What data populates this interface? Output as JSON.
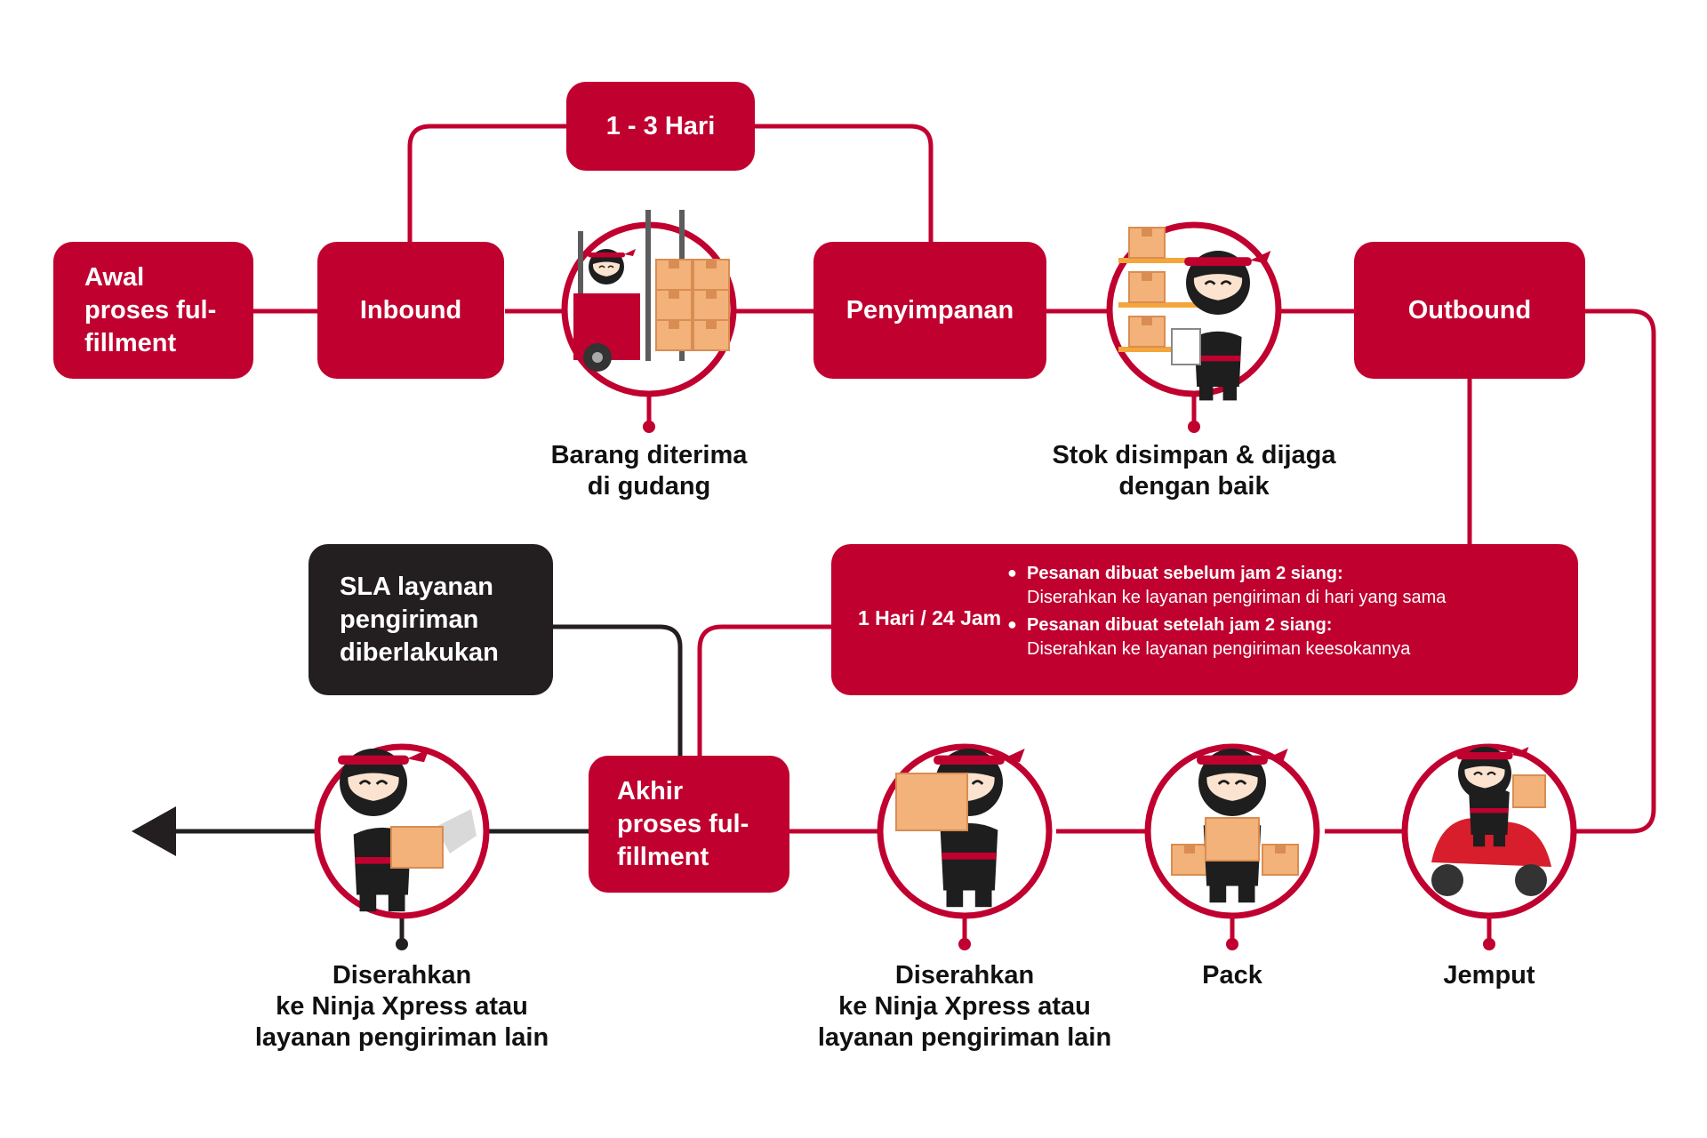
{
  "colors": {
    "accent": "#c0002f",
    "dark": "#231f20",
    "line_dark": "#231f20"
  },
  "boxes": {
    "awal": [
      "Awal",
      "proses ful-",
      "fillment"
    ],
    "inbound": "Inbound",
    "hari": "1 - 3 Hari",
    "penyimpanan": "Penyimpanan",
    "outbound": "Outbound",
    "sla": [
      "SLA layanan",
      "pengiriman",
      "diberlakukan"
    ],
    "akhir": [
      "Akhir",
      "proses ful-",
      "fillment"
    ]
  },
  "note": {
    "duration": "1 Hari / 24 Jam",
    "items": [
      {
        "heading": "Pesanan dibuat sebelum jam 2 siang:",
        "text": "Diserahkan ke layanan pengiriman di hari yang sama"
      },
      {
        "heading": "Pesanan dibuat setelah jam 2 siang:",
        "text": "Diserahkan ke layanan pengiriman keesokannya"
      }
    ]
  },
  "steps": {
    "barang": [
      "Barang diterima",
      "di gudang"
    ],
    "stok": [
      "Stok disimpan & dijaga",
      "dengan baik"
    ],
    "jemput": [
      "Jemput"
    ],
    "pack": [
      "Pack"
    ],
    "diserahkan_1": [
      "Diserahkan",
      "ke Ninja Xpress atau",
      "layanan pengiriman lain"
    ],
    "diserahkan_2": [
      "Diserahkan",
      "ke Ninja Xpress atau",
      "layanan pengiriman lain"
    ]
  },
  "icons": {
    "forklift": "forklift-ninja-icon",
    "shelf": "shelf-ninja-icon",
    "scooter": "scooter-ninja-icon",
    "pack": "pack-ninja-icon",
    "carry": "carry-box-ninja-icon",
    "handover": "handover-ninja-icon"
  }
}
